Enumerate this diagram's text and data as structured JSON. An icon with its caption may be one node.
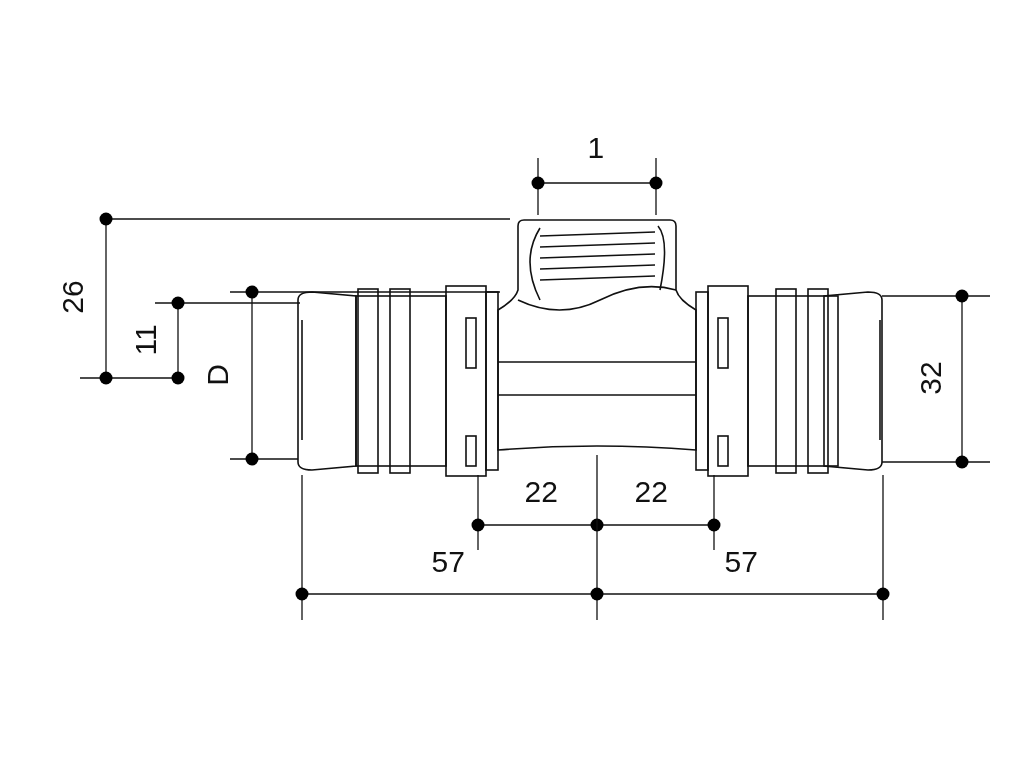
{
  "diagram": {
    "labels": [
      "1",
      "26",
      "11",
      "D",
      "32",
      "22",
      "22",
      "57",
      "57"
    ]
  }
}
